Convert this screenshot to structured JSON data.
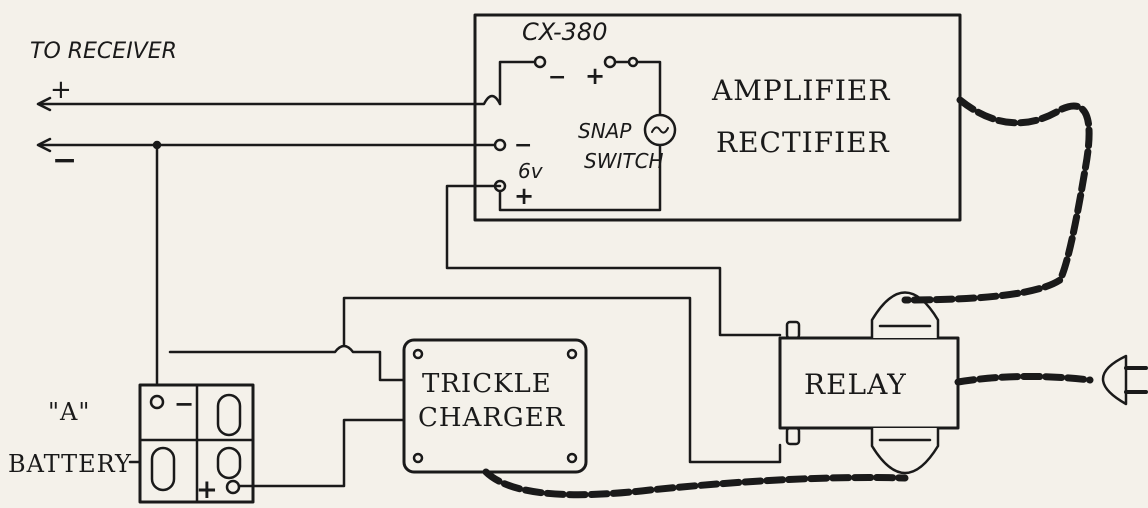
{
  "diagram": {
    "to_receiver_label": "TO RECEIVER",
    "receiver_plus": "+",
    "receiver_minus": "−",
    "tube_label": "CX-380",
    "tube_minus": "−",
    "tube_plus": "+",
    "amplifier_label_1": "AMPLIFIER",
    "amplifier_label_2": "RECTIFIER",
    "snap_switch_1": "SNAP",
    "snap_switch_2": "SWITCH",
    "six_v_label": "6v",
    "six_v_minus": "−",
    "six_v_plus": "+",
    "relay_label": "RELAY",
    "trickle_label_1": "TRICKLE",
    "trickle_label_2": "CHARGER",
    "battery_label_1": "\"A\"",
    "battery_label_2": "BATTERY",
    "battery_minus": "−",
    "battery_plus": "+",
    "ink_color": "#1a1a1a",
    "paper_color": "#f4f1ea"
  }
}
